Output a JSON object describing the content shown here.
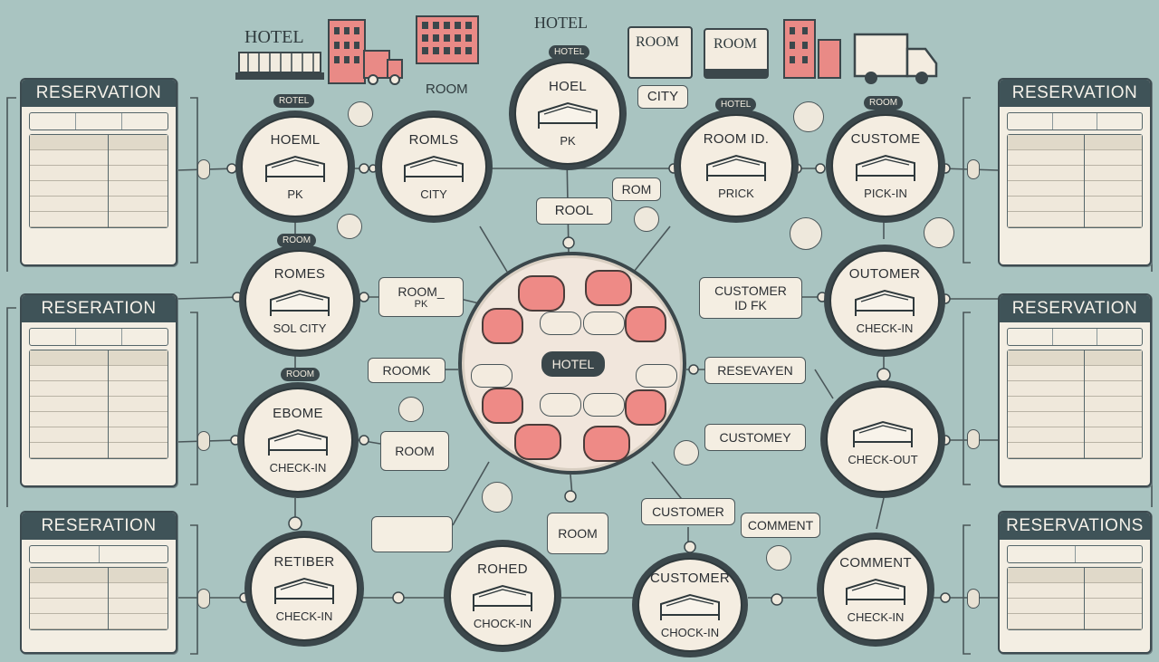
{
  "reservation_panels": [
    {
      "id": "tl",
      "title": "RESERVATION",
      "header": [
        "",
        "",
        ""
      ],
      "rows_a": [
        "",
        "",
        "",
        "",
        "",
        ""
      ],
      "rows_b": [
        "",
        "",
        "",
        "",
        "",
        ""
      ]
    },
    {
      "id": "ml",
      "title": "RESERATION",
      "header": [
        "",
        "",
        ""
      ],
      "rows_a": [
        "",
        "",
        "",
        "",
        "",
        "",
        ""
      ],
      "rows_b": [
        "",
        "",
        "",
        "",
        "",
        "",
        ""
      ]
    },
    {
      "id": "bl",
      "title": "RESERATION",
      "header": [
        "",
        ""
      ],
      "rows_a": [
        "",
        "",
        "",
        ""
      ],
      "rows_b": [
        "",
        "",
        "",
        ""
      ]
    },
    {
      "id": "tr",
      "title": "RESERVATION",
      "header": [
        "",
        "",
        ""
      ],
      "rows_a": [
        "",
        "",
        "",
        "",
        "",
        ""
      ],
      "rows_b": [
        "",
        "",
        "",
        "",
        "",
        ""
      ]
    },
    {
      "id": "mr",
      "title": "RESERVATION",
      "header": [
        "",
        "",
        ""
      ],
      "rows_a": [
        "",
        "",
        "",
        "",
        "",
        "",
        ""
      ],
      "rows_b": [
        "",
        "",
        "",
        "",
        "",
        "",
        ""
      ]
    },
    {
      "id": "br",
      "title": "RESERVATIONS",
      "header": [
        "",
        ""
      ],
      "rows_a": [
        "",
        "",
        "",
        ""
      ],
      "rows_b": [
        "",
        "",
        "",
        ""
      ]
    }
  ],
  "header": {
    "hotel_left": "HOTEL",
    "hotel_center": "HOTEL",
    "room_sign_left": "ROOM",
    "room_sign_right": "ROOM",
    "room_label_top": "ROOM",
    "city_label_top": "CITY"
  },
  "entities": {
    "e1": {
      "tag": "ROTEL",
      "title": "HOEML",
      "sub": "PK"
    },
    "e2": {
      "tag": "",
      "title": "ROMLS",
      "sub": "CITY"
    },
    "e3": {
      "tag": "HOTEL",
      "title": "HOEL",
      "sub": "PK"
    },
    "e4": {
      "tag": "HOTEL",
      "title": "ROOM ID.",
      "sub": "PRICK"
    },
    "e5": {
      "tag": "ROOM",
      "title": "CUSTOME",
      "sub": "PICK-IN"
    },
    "e6": {
      "tag": "ROOM",
      "title": "ROMES",
      "sub": "SOL CITY"
    },
    "e7": {
      "tag": "",
      "title": "OUTOMER",
      "sub": "CHECK-IN"
    },
    "e8": {
      "tag": "ROOM",
      "title": "EBOME",
      "sub": "CHECK-IN"
    },
    "e9": {
      "tag": "",
      "title": "",
      "sub": "CHECK-OUT"
    },
    "e10": {
      "tag": "",
      "title": "RETIBER",
      "sub": "CHECK-IN"
    },
    "e11": {
      "tag": "",
      "title": "ROHED",
      "sub": "CHOCK-IN"
    },
    "e12": {
      "tag": "",
      "title": "CUSTOMER",
      "sub": "CHOCK-IN"
    },
    "e13": {
      "tag": "",
      "title": "COMMENT",
      "sub": "CHECK-IN"
    }
  },
  "labels": {
    "rom": "ROM",
    "rool": "ROOL",
    "room_pk_a": "ROOM_",
    "room_pk_b": "PK",
    "roomk": "ROOMK",
    "room_mid_a": "ROOM",
    "room_mid_b": "",
    "customer_id_a": "CUSTOMER",
    "customer_id_b": "ID FK",
    "resevayen": "RESEVAYEN",
    "customey": "CUSTOMEY",
    "customer": "CUSTOMER",
    "comment": "COMMENT",
    "room_bottom_a": "ROOM",
    "room_bottom_b": ""
  },
  "hub": {
    "center_label": "HOTEL"
  },
  "colors": {
    "background": "#a9c4c1",
    "dark": "#3b474b",
    "paper": "#f4ede1",
    "accent_pink": "#ee8a86"
  }
}
